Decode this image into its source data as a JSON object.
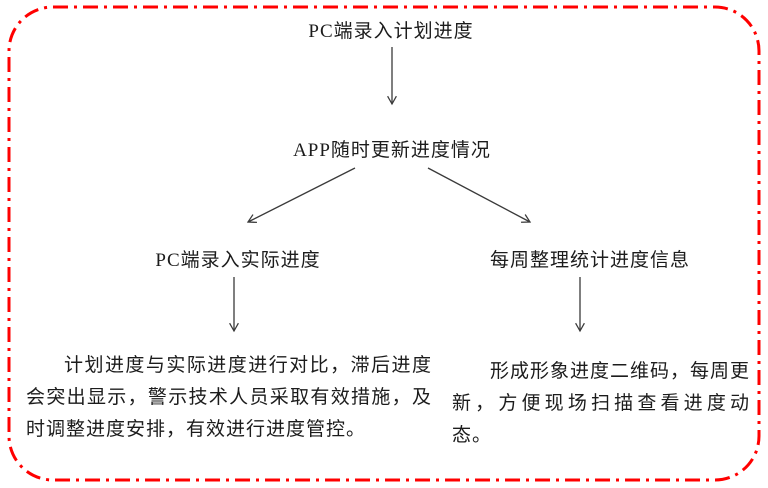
{
  "page": {
    "background_color": "#ffffff"
  },
  "diagram": {
    "border_color": "#ff0000",
    "arrow_color": "#3a3a3a",
    "text_color": "#1c1c1c",
    "node_top": {
      "label": "PC端录入计划进度"
    },
    "node_middle": {
      "label": "APP随时更新进度情况"
    },
    "node_branch_left": {
      "label": "PC端录入实际进度"
    },
    "node_branch_right": {
      "label": "每周整理统计进度信息"
    },
    "paragraph_left": {
      "text": "计划进度与实际进度进行对比，滞后进度会突出显示，警示技术人员采取有效措施，及时调整进度安排，有效进行进度管控。"
    },
    "paragraph_right": {
      "text": "形成形象进度二维码，每周更新，方便现场扫描查看进度动态。"
    }
  }
}
